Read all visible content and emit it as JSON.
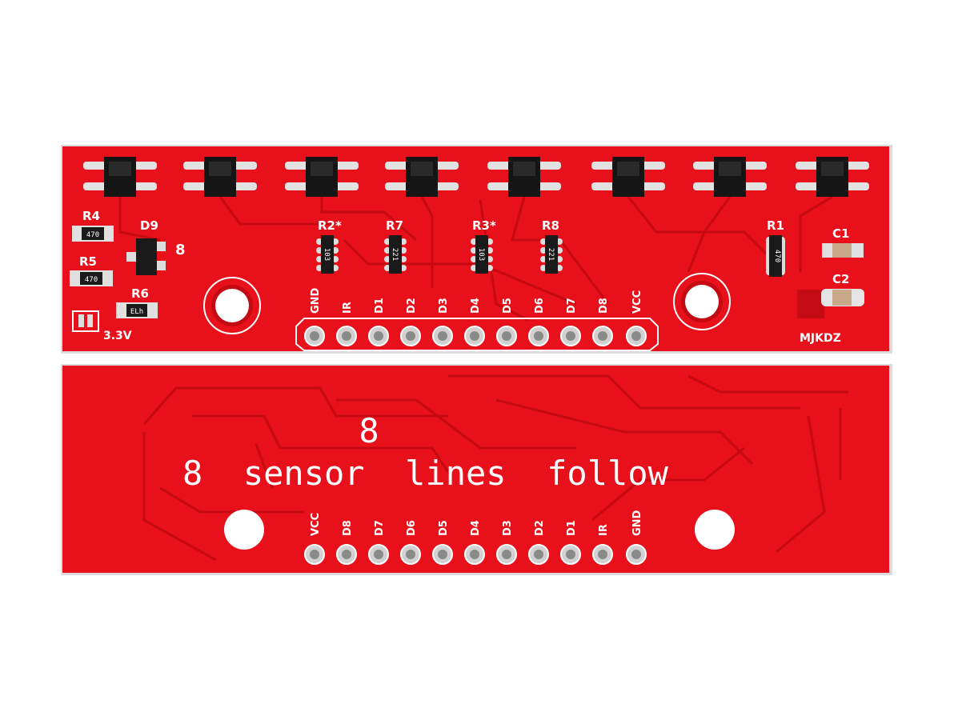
{
  "top_board": {
    "colors": {
      "board": "#e8101a",
      "edge": "#d9d9d9",
      "silk": "#ffffff"
    },
    "components": [
      {
        "ref": "R4",
        "marking": "470"
      },
      {
        "ref": "R5",
        "marking": "470"
      },
      {
        "ref": "R6",
        "marking": "ELh"
      },
      {
        "ref": "D9",
        "marking": ""
      },
      {
        "ref": "R2*",
        "marking": "103"
      },
      {
        "ref": "R7",
        "marking": "221"
      },
      {
        "ref": "R3*",
        "marking": "103"
      },
      {
        "ref": "R8",
        "marking": "221"
      },
      {
        "ref": "R1",
        "marking": "470"
      },
      {
        "ref": "C1",
        "marking": ""
      },
      {
        "ref": "C2",
        "marking": ""
      }
    ],
    "led_label": "8",
    "jumper_label": "3.3V",
    "brand": "MJKDZ",
    "pins": [
      "GND",
      "IR",
      "D1",
      "D2",
      "D3",
      "D4",
      "D5",
      "D6",
      "D7",
      "D8",
      "VCC"
    ]
  },
  "bottom_board": {
    "title_line1": "8",
    "title_line2": "8  sensor  lines  follow",
    "pins": [
      "VCC",
      "D8",
      "D7",
      "D6",
      "D5",
      "D4",
      "D3",
      "D2",
      "D1",
      "IR",
      "GND"
    ]
  }
}
